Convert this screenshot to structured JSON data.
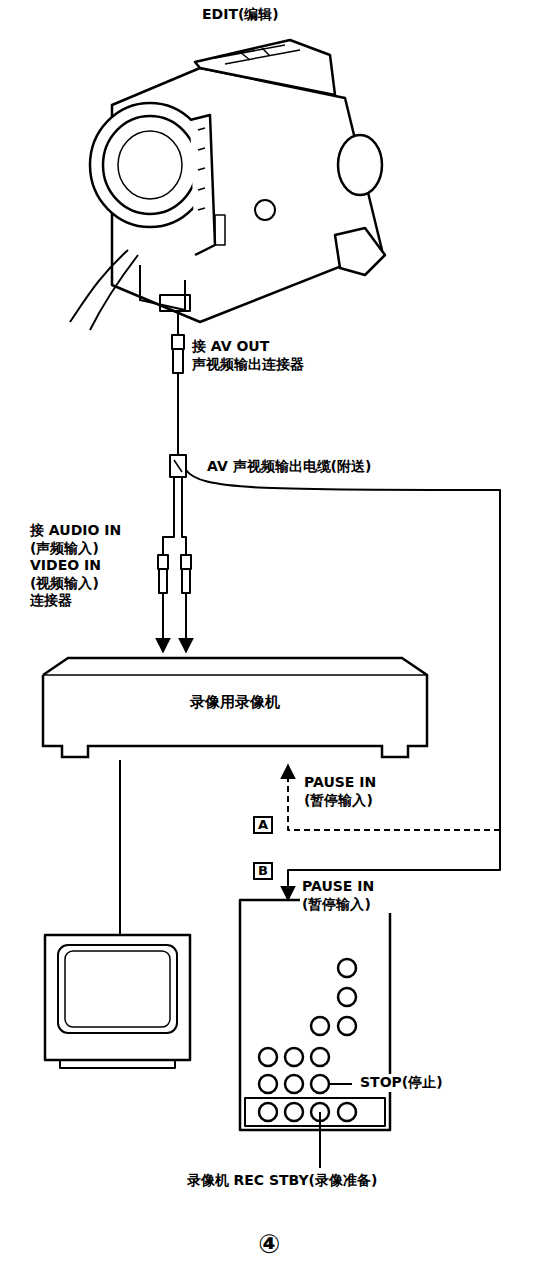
{
  "diagram": {
    "nodes": [
      {
        "text": [
          "录像用录像机"
        ]
      }
    ],
    "labels": [
      "EDIT(编辑)",
      "接 AV OUT 声视频输出连接器",
      "AV 声视频输出电缆(附送)",
      "接 AUDIO IN (声频输入) VIDEO IN (视频输入) 连接器",
      "PAUSE IN (暂停输入)",
      "A",
      "PAUSE IN (暂停输入)",
      "B",
      "STOP(停止)",
      "录像机 REC STBY(录像准备)",
      "④"
    ]
  }
}
